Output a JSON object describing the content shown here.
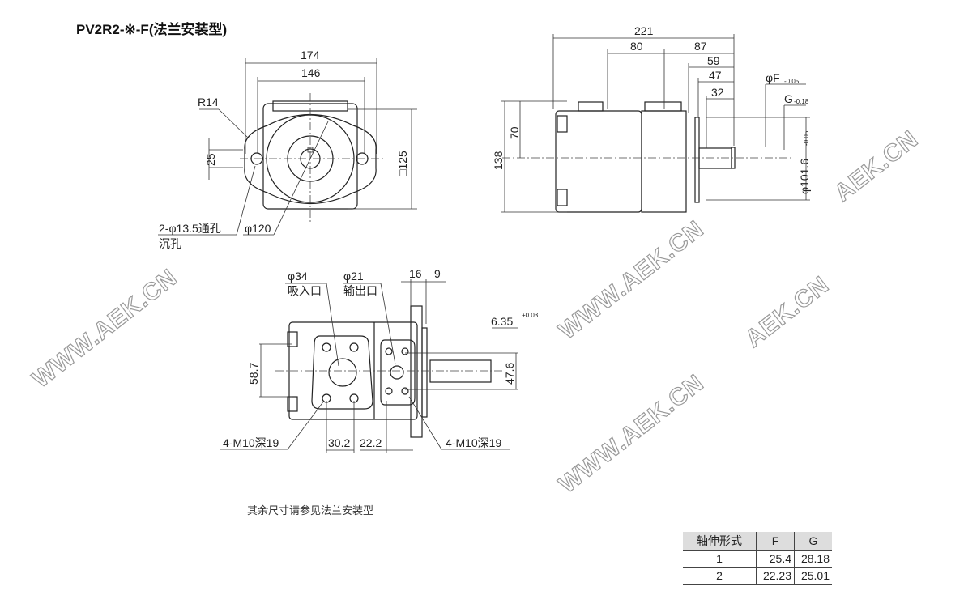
{
  "title": "PV2R2-※-F(法兰安装型)",
  "front_view": {
    "dim_top": "174",
    "dim_146": "146",
    "r14": "R14",
    "dim_25": "25",
    "dim_square": "□125",
    "holes": "2-φ13.5通孔",
    "holes2": "沉孔",
    "dia120": "φ120"
  },
  "side_view": {
    "d221": "221",
    "d80": "80",
    "d87": "87",
    "d59": "59",
    "d47": "47",
    "d32": "32",
    "d70": "70",
    "d138": "138",
    "phiF": "φF",
    "phiF_tol": "-0.05",
    "G": "G",
    "G_tol": "-0.18",
    "d1016": "φ101.6",
    "d1016_tol": "-0.05"
  },
  "bottom_view": {
    "in_dia": "φ34",
    "in_label": "吸入口",
    "out_dia": "φ21",
    "out_label": "输出口",
    "d16": "16",
    "d9": "9",
    "key": "6.35",
    "key_tol": "+0.03",
    "d587": "58.7",
    "d476": "47.6",
    "m10_left": "4-M10深19",
    "m10_right": "4-M10深19",
    "d302": "30.2",
    "d222": "22.2"
  },
  "note": "其余尺寸请参见法兰安装型",
  "table": {
    "headers": [
      "轴伸形式",
      "F",
      "G"
    ],
    "rows": [
      [
        "1",
        "25.4",
        "28.18"
      ],
      [
        "2",
        "22.23",
        "25.01"
      ]
    ]
  },
  "watermarks": [
    "AEK.CN",
    "WWW.AEK.CN",
    "WWW.AEK.CN",
    "WWW.AEK.CN",
    "AEK.CN"
  ]
}
